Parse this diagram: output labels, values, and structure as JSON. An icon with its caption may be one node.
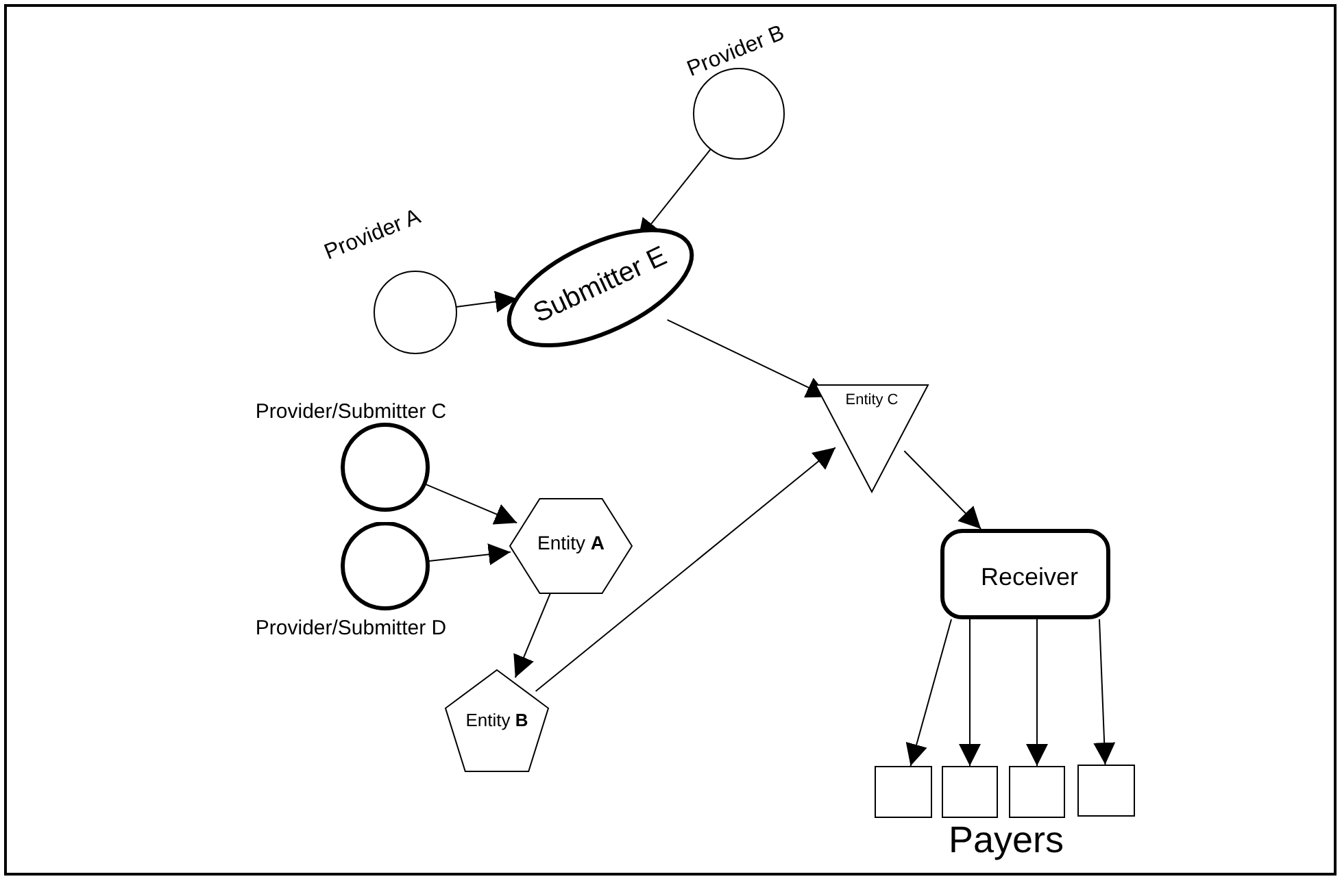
{
  "diagram": {
    "nodes": [
      {
        "text": [
          "Provider B"
        ]
      },
      {
        "text": [
          "Provider A"
        ]
      },
      {
        "text": [
          "Submitter E"
        ]
      },
      {
        "text": [
          "Entity C"
        ]
      },
      {
        "text": [
          "Provider/Submitter C"
        ]
      },
      {
        "text": [
          "Provider/Submitter D"
        ]
      },
      {
        "text": [
          "Entity **A**"
        ]
      },
      {
        "text": [
          "Entity **B**"
        ]
      },
      {
        "text": [
          "Receiver"
        ]
      },
      {
        "text": [],
        "shape": "box"
      },
      {
        "text": [],
        "shape": "box"
      },
      {
        "text": [],
        "shape": "box"
      },
      {
        "text": [],
        "shape": "box"
      }
    ],
    "edges": [
      {
        "from": 0,
        "to": 2,
        "arrow": "to"
      },
      {
        "from": 1,
        "to": 2,
        "arrow": "to"
      },
      {
        "from": 2,
        "to": 3,
        "arrow": "to"
      },
      {
        "from": 4,
        "to": 6,
        "arrow": "to"
      },
      {
        "from": 5,
        "to": 6,
        "arrow": "to"
      },
      {
        "from": 6,
        "to": 7,
        "arrow": "to"
      },
      {
        "from": 7,
        "to": 3,
        "arrow": "to"
      },
      {
        "from": 3,
        "to": 8,
        "arrow": "to"
      },
      {
        "from": 8,
        "to": 9,
        "arrow": "to"
      },
      {
        "from": 8,
        "to": 10,
        "arrow": "to"
      },
      {
        "from": 8,
        "to": 11,
        "arrow": "to"
      },
      {
        "from": 8,
        "to": 12,
        "arrow": "to"
      }
    ],
    "labels": [
      "Payers"
    ]
  }
}
